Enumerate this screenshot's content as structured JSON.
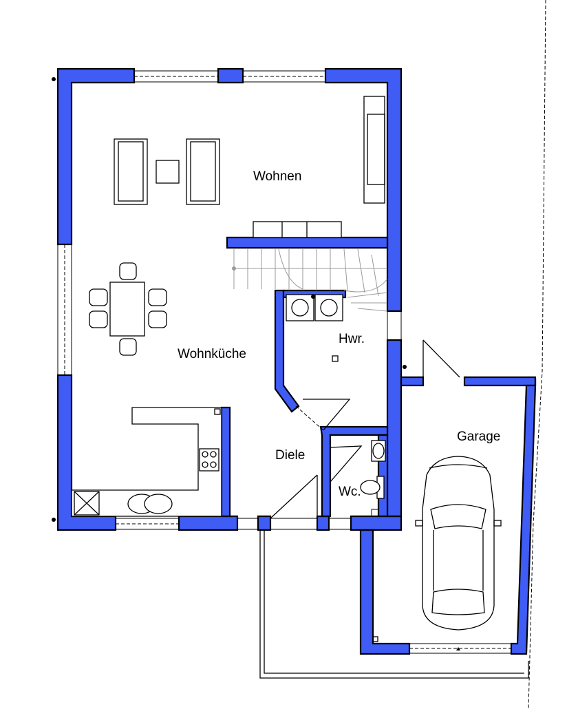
{
  "rooms": {
    "wohnen": "Wohnen",
    "wohnkueche": "Wohnküche",
    "hwr": "Hwr.",
    "diele": "Diele",
    "wc": "Wc.",
    "garage": "Garage"
  },
  "colors": {
    "wall": "#3f5cf5",
    "line": "#000000",
    "stair": "#9a9a9a",
    "background": "#ffffff"
  }
}
